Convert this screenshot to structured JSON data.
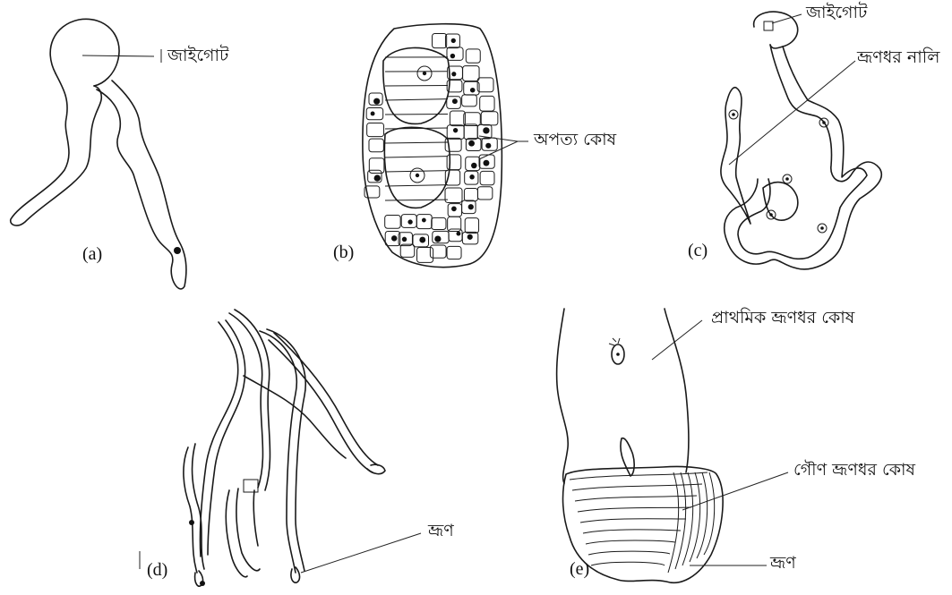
{
  "panels": {
    "a": {
      "caption": "(a)",
      "zygote_label": "জাইগোট"
    },
    "b": {
      "caption": "(b)",
      "daughter_cells_label": "অপত্য কোষ"
    },
    "c": {
      "caption": "(c)",
      "zygote_label": "জাইগোট",
      "suspensor_tube_label": "ভ্রূণধর নালি"
    },
    "d": {
      "caption": "(d)",
      "embryo_label": "ভ্রূণ"
    },
    "e": {
      "caption": "(e)",
      "primary_suspensor_label": "প্রাথমিক ভ্রূণধর কোষ",
      "secondary_suspensor_label": "গৌণ ভ্রূণধর কোষ",
      "embryo_label": "ভ্রূণ"
    }
  },
  "colors": {
    "ink": "#1a1a1a",
    "background": "#ffffff"
  }
}
